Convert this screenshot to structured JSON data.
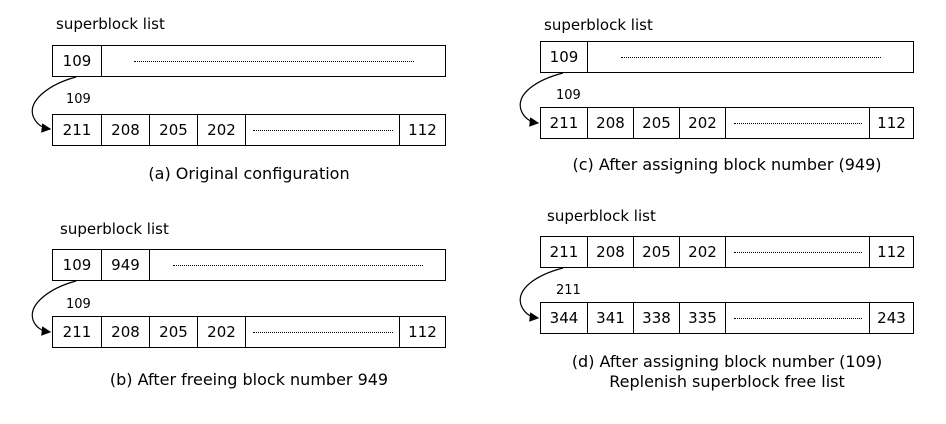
{
  "panels": {
    "a": {
      "list_label": "superblock list",
      "top_cells": [
        "109"
      ],
      "pointer_label": "109",
      "bottom_cells": [
        "211",
        "208",
        "205",
        "202"
      ],
      "bottom_last": "112",
      "caption": "(a) Original configuration"
    },
    "b": {
      "list_label": "superblock list",
      "top_cells": [
        "109",
        "949"
      ],
      "pointer_label": "109",
      "bottom_cells": [
        "211",
        "208",
        "205",
        "202"
      ],
      "bottom_last": "112",
      "caption": "(b) After freeing block number 949"
    },
    "c": {
      "list_label": "superblock list",
      "top_cells": [
        "109"
      ],
      "pointer_label": "109",
      "bottom_cells": [
        "211",
        "208",
        "205",
        "202"
      ],
      "bottom_last": "112",
      "caption": "(c) After assigning block number (949)"
    },
    "d": {
      "list_label": "superblock list",
      "top_cells": [
        "211",
        "208",
        "205",
        "202"
      ],
      "top_last": "112",
      "pointer_label": "211",
      "bottom_cells": [
        "344",
        "341",
        "338",
        "335"
      ],
      "bottom_last": "243",
      "caption_line1": "(d) After assigning block number (109)",
      "caption_line2": "Replenish superblock free list"
    }
  }
}
